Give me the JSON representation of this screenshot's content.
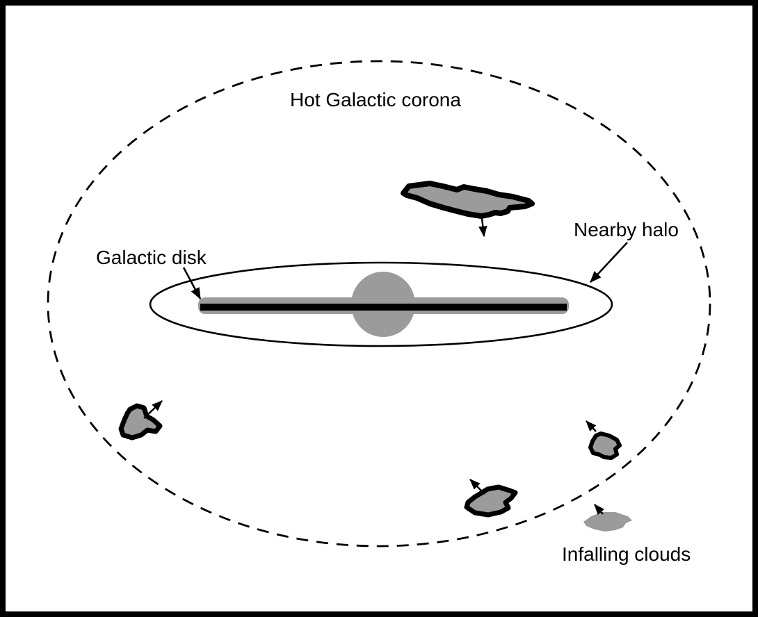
{
  "figure": {
    "background": "#ffffff",
    "border_color": "#000000",
    "line_color": "#000000",
    "cloud_gray": "#9b9b9b"
  },
  "labels": {
    "corona": "Hot Galactic corona",
    "galactic_disk": "Galactic disk",
    "nearby_halo": "Nearby halo",
    "infalling_clouds": "Infalling clouds"
  }
}
